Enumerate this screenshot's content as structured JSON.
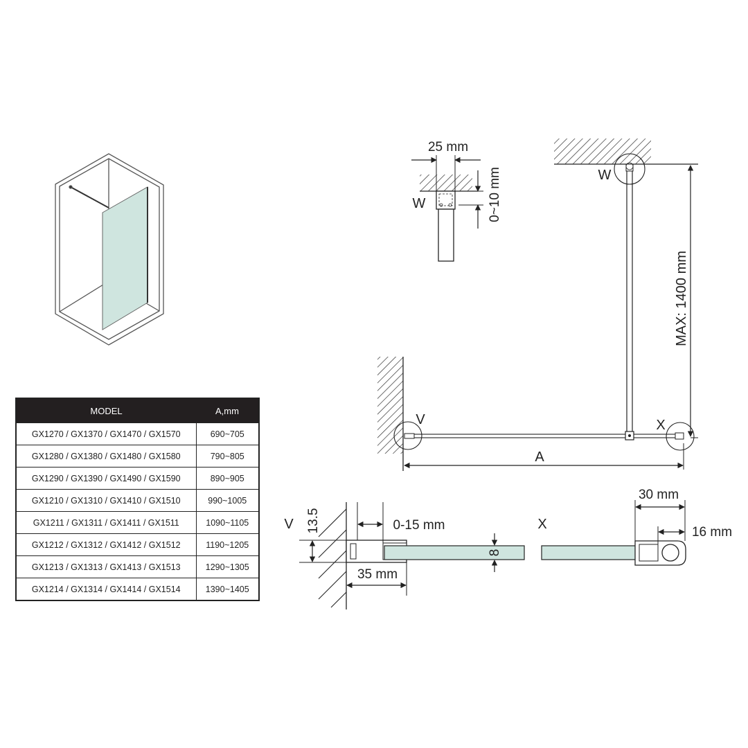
{
  "labels": {
    "w_top": "W",
    "w_detail": "W",
    "v_plan": "V",
    "x_plan": "X",
    "a_dim": "A",
    "max_height": "MAX: 1400 mm",
    "dim_25": "25 mm",
    "dim_0_10": "0~10 mm",
    "v_detail": "V",
    "x_detail": "X",
    "dim_13_5": "13.5",
    "dim_0_15": "0-15 mm",
    "dim_35": "35 mm",
    "dim_8": "8",
    "dim_30": "30 mm",
    "dim_16": "16 mm"
  },
  "table": {
    "headers": {
      "model": "MODEL",
      "a": "A,mm"
    },
    "rows": [
      {
        "model": "GX1270 / GX1370 / GX1470 / GX1570",
        "a": "690~705"
      },
      {
        "model": "GX1280 / GX1380 / GX1480 / GX1580",
        "a": "790~805"
      },
      {
        "model": "GX1290 / GX1390 / GX1490 / GX1590",
        "a": "890~905"
      },
      {
        "model": "GX1210 / GX1310 / GX1410 / GX1510",
        "a": "990~1005"
      },
      {
        "model": "GX1211 / GX1311 / GX1411 / GX1511",
        "a": "1090~1105"
      },
      {
        "model": "GX1212 / GX1312 / GX1412 / GX1512",
        "a": "1190~1205"
      },
      {
        "model": "GX1213 / GX1313 / GX1413 / GX1513",
        "a": "1290~1305"
      },
      {
        "model": "GX1214 / GX1314 / GX1414 / GX1514",
        "a": "1390~1405"
      }
    ]
  },
  "colors": {
    "line": "#222222",
    "glass": "#cfe5df",
    "table_header_bg": "#231f20"
  }
}
